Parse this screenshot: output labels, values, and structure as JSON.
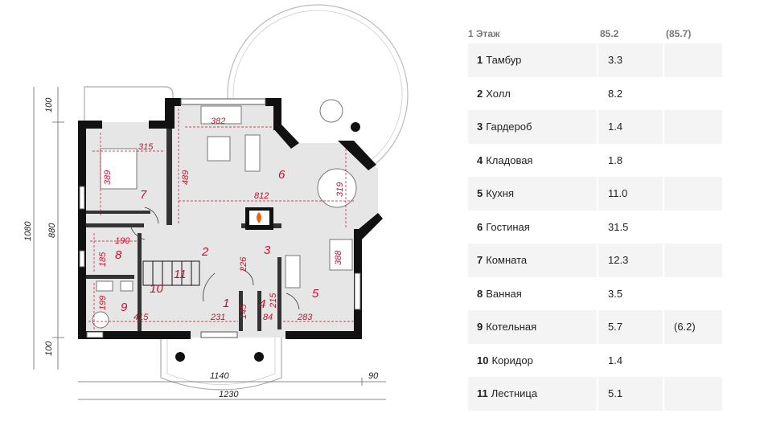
{
  "floor_plan": {
    "dimensions": {
      "d382": "382",
      "d315": "315",
      "d389": "389",
      "d489": "489",
      "d812": "812",
      "d319": "319",
      "d190": "190",
      "d185": "185",
      "d226": "226",
      "d388": "388",
      "d199": "199",
      "d415": "415",
      "d231": "231",
      "d145": "145",
      "d215": "215",
      "d84": "84",
      "d283": "283"
    },
    "room_numbers": {
      "r1": "1",
      "r2": "2",
      "r3": "3",
      "r4": "4",
      "r5": "5",
      "r6": "6",
      "r7": "7",
      "r8": "8",
      "r9": "9",
      "r10": "10",
      "r11": "11"
    },
    "outer_dimensions": {
      "left_top": "100",
      "left_total": "1080",
      "left_mid": "880",
      "left_bottom": "100",
      "bottom_inner": "1140",
      "bottom_right": "90",
      "bottom_total": "1230"
    }
  },
  "table": {
    "header": {
      "name": "1 Этаж",
      "area": "85.2",
      "alt": "(85.7)"
    },
    "rows": [
      {
        "no": "1",
        "name": "Тамбур",
        "area": "3.3",
        "alt": ""
      },
      {
        "no": "2",
        "name": "Холл",
        "area": "8.2",
        "alt": ""
      },
      {
        "no": "3",
        "name": "Гардероб",
        "area": "1.4",
        "alt": ""
      },
      {
        "no": "4",
        "name": "Кладовая",
        "area": "1.8",
        "alt": ""
      },
      {
        "no": "5",
        "name": "Кухня",
        "area": "11.0",
        "alt": ""
      },
      {
        "no": "6",
        "name": "Гостиная",
        "area": "31.5",
        "alt": ""
      },
      {
        "no": "7",
        "name": "Комната",
        "area": "12.3",
        "alt": ""
      },
      {
        "no": "8",
        "name": "Ванная",
        "area": "3.5",
        "alt": ""
      },
      {
        "no": "9",
        "name": "Котельная",
        "area": "5.7",
        "alt": "(6.2)"
      },
      {
        "no": "10",
        "name": "Коридор",
        "area": "1.4",
        "alt": ""
      },
      {
        "no": "11",
        "name": "Лестница",
        "area": "5.1",
        "alt": ""
      }
    ]
  },
  "colors": {
    "wall": "#111111",
    "floor": "#e6e6e6",
    "dimension": "#c8102e",
    "row_stripe": "#f4f4f4"
  }
}
